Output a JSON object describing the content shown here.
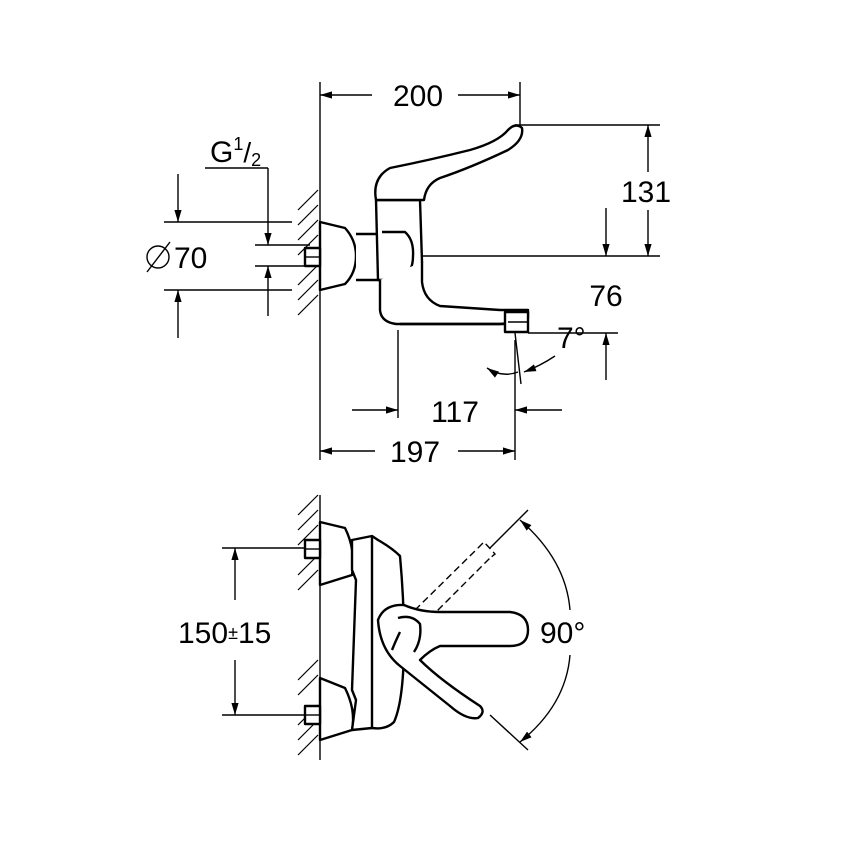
{
  "side_view": {
    "width_top": "200",
    "thread": {
      "main": "G",
      "sup": "1",
      "sub": "2"
    },
    "diameter": "70",
    "height_131": "131",
    "height_76": "76",
    "angle": "7°",
    "depth_117": "117",
    "width_bottom": "197"
  },
  "top_view": {
    "spacing": "150",
    "tolerance": "±",
    "tolerance_value": "15",
    "angle": "90°"
  }
}
